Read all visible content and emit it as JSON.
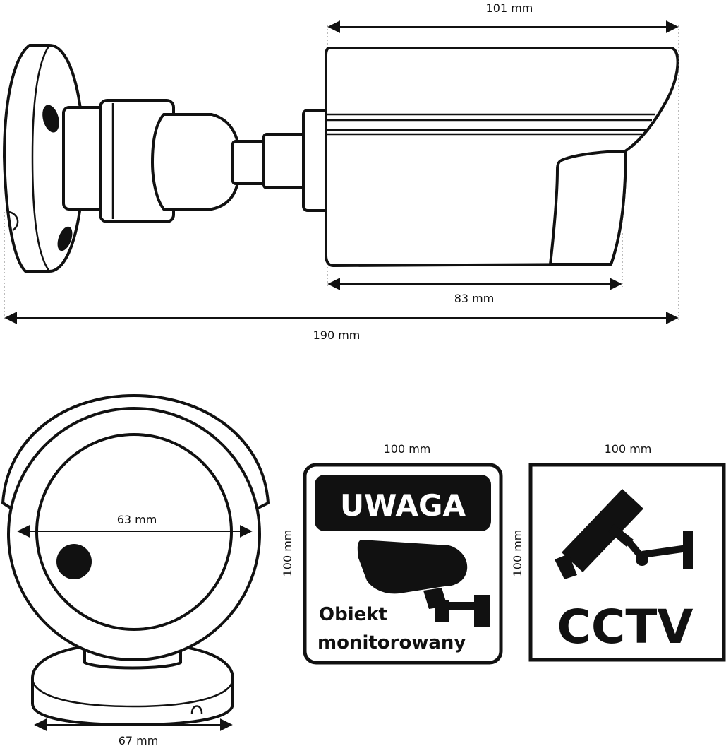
{
  "side_view": {
    "dim_top": "101 mm",
    "dim_lens": "83 mm",
    "dim_total": "190 mm"
  },
  "front_view": {
    "dim_diameter": "63 mm",
    "dim_base": "67 mm"
  },
  "sticker_warning": {
    "width": "100 mm",
    "height": "100 mm",
    "header": "UWAGA",
    "line1": "Obiekt",
    "line2": "monitorowany"
  },
  "sticker_cctv": {
    "width": "100 mm",
    "height": "100 mm",
    "text": "CCTV"
  },
  "colors": {
    "ink": "#111111",
    "background": "#ffffff"
  }
}
